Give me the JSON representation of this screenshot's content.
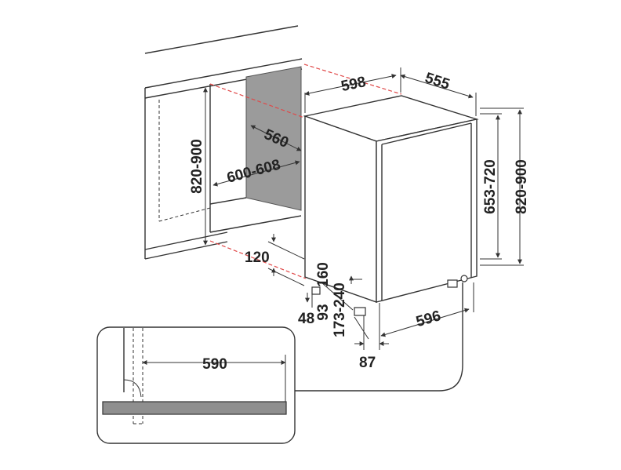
{
  "colors": {
    "line": "#333333",
    "reference_dashed": "#e04848",
    "niche_back": "#9b9b9b",
    "plinth": "#8f8f8f",
    "text": "#222222"
  },
  "dimensions": {
    "niche_height": "820-900",
    "niche_width": "600-608",
    "niche_depth": "560",
    "appliance_width": "598",
    "appliance_depth": "555",
    "appliance_height": "653-720",
    "overall_height": "820-900",
    "plinth_height": "120",
    "foot_gap": "48",
    "dim_93": "93",
    "dim_160": "160",
    "dim_173_240": "173-240",
    "dim_87": "87",
    "door_width": "596",
    "detail_width": "590"
  }
}
